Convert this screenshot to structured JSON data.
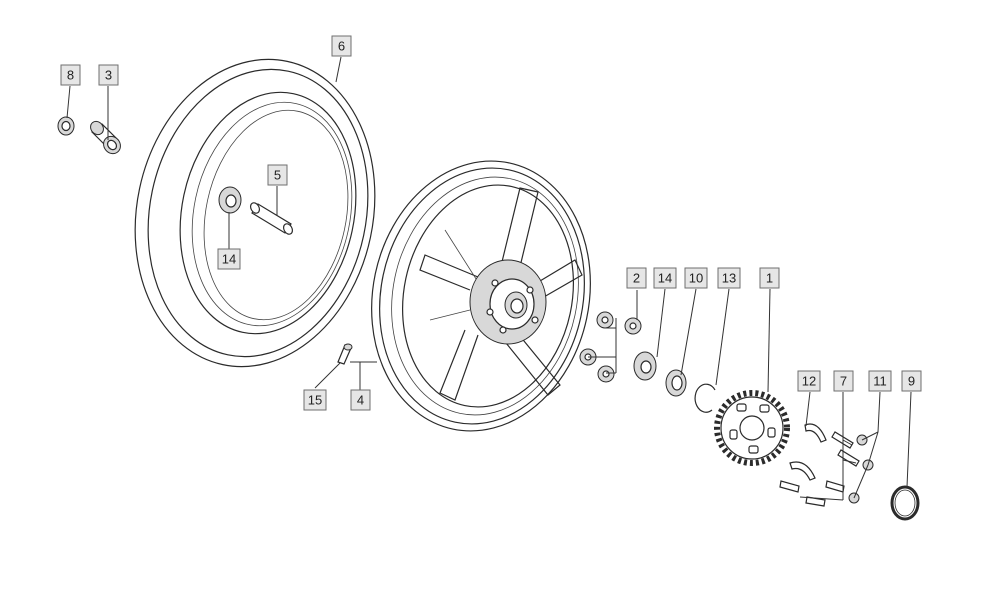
{
  "callouts": {
    "c1": "1",
    "c2": "2",
    "c3": "3",
    "c4": "4",
    "c5": "5",
    "c6": "6",
    "c7": "7",
    "c8": "8",
    "c9": "9",
    "c10": "10",
    "c11": "11",
    "c12": "12",
    "c13": "13",
    "c14a": "14",
    "c14b": "14",
    "c15": "15"
  },
  "colors": {
    "ink": "#2b2b2b",
    "callout_fill": "#e6e6e6",
    "callout_border": "#6f6f6f"
  }
}
